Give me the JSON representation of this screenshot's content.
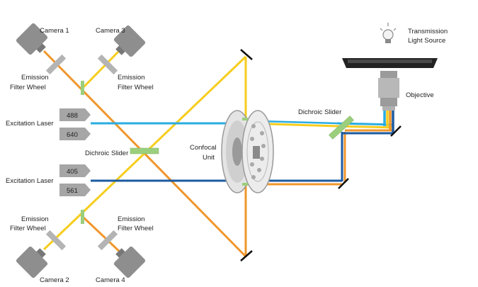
{
  "colors": {
    "blue": "#29ace2",
    "darkblue": "#1c5aa0",
    "orange": "#f0962b",
    "yellow": "#f6cd1e",
    "filter_green": "#9bcf7e",
    "device_gray": "#8e8e8e",
    "stage_dark": "#232323"
  },
  "labels": {
    "camera1": "Camera 1",
    "camera2": "Camera 2",
    "camera3": "Camera 3",
    "camera4": "Camera 4",
    "efw_tl_1": "Emission",
    "efw_tl_2": "Filter Wheel",
    "efw_tr_1": "Emission",
    "efw_tr_2": "Filter Wheel",
    "efw_bl_1": "Emission",
    "efw_bl_2": "Filter Wheel",
    "efw_br_1": "Emission",
    "efw_br_2": "Filter Wheel",
    "excitation_laser_top": "Excitation Laser",
    "excitation_laser_bottom": "Excitation Laser",
    "laser_488": "488",
    "laser_640": "640",
    "laser_405": "405",
    "laser_561": "561",
    "dichroic_slider_left": "Dichroic Slider",
    "dichroic_slider_right": "Dichroic Slider",
    "confocal_1": "Confocal",
    "confocal_2": "Unit",
    "transmission_1": "Transmission",
    "transmission_2": "Light Source",
    "objective": "Objective"
  }
}
